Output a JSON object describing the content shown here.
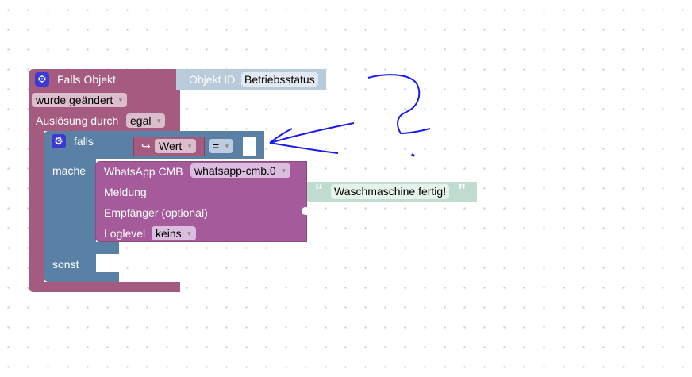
{
  "trigger": {
    "title": "Falls Objekt",
    "object_id_label": "Objekt ID",
    "object_id_value": "Betriebsstatus",
    "event": "wurde geändert",
    "trigger_by_label": "Auslösung durch",
    "trigger_by_value": "egal"
  },
  "if_block": {
    "if_label": "falls",
    "do_label": "mache",
    "else_label": "sonst",
    "value_var": "Wert",
    "operator": "="
  },
  "whatsapp": {
    "title": "WhatsApp CMB",
    "instance": "whatsapp-cmb.0",
    "message_label": "Meldung",
    "message_value": "Waschmaschine fertig!",
    "recipient_label": "Empfänger (optional)",
    "loglevel_label": "Loglevel",
    "loglevel_value": "keins",
    "quote_open": "“",
    "quote_close": "”"
  },
  "icons": {
    "settings": "⚙",
    "return_arrow": "↪"
  },
  "colors": {
    "trigger": "#a55b80",
    "logic": "#5b80a5",
    "whatsapp": "#a55b99",
    "text": "#c0dccf",
    "annotation": "#1a1af0"
  }
}
